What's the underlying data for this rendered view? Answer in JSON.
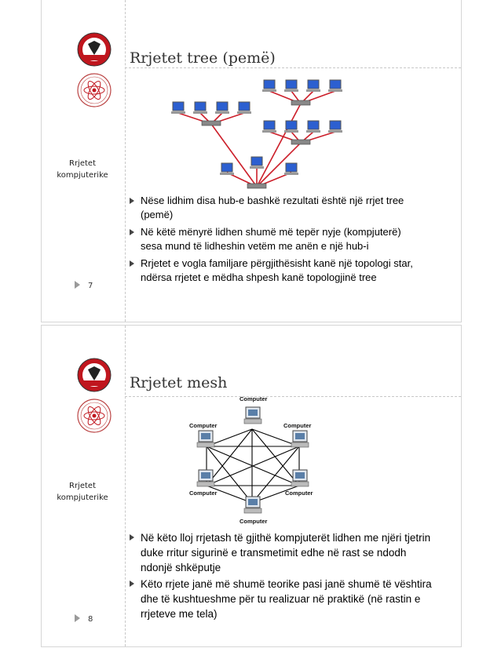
{
  "slides": [
    {
      "title": "Rrjetet tree (pemë)",
      "side_label_line1": "Rrjetet",
      "side_label_line2": "kompjuterike",
      "page_number": "7",
      "bullets": [
        "Nëse lidhim disa hub-e bashkë rezultati është një rrjet tree (pemë)",
        "Në këtë mënyrë lidhen shumë më tepër nyje (kompjuterë) sesa mund të lidheshin vetëm me anën e një hub-i",
        "Rrjetet e vogla familjare përgjithësisht kanë një topologi star, ndërsa rrjetet e mëdha shpesh kanë topologjinë tree"
      ]
    },
    {
      "title": "Rrjetet mesh",
      "side_label_line1": "Rrjetet",
      "side_label_line2": "kompjuterike",
      "page_number": "8",
      "bullets": [
        "Në këto lloj rrjetash të gjithë kompjuterët lidhen me njëri tjetrin duke rritur sigurinë e transmetimit edhe në rast se ndodh ndonjë shkëputje",
        "Këto rrjete janë më shumë teorike pasi janë shumë të vështira dhe të kushtueshme për tu realizuar në praktikë (në rastin e rrjeteve me tela)"
      ],
      "diagram_labels": {
        "top": "Computer",
        "upper_left": "Computer",
        "upper_right": "Computer",
        "lower_left": "Computer",
        "lower_right": "Computer",
        "bottom": "Computer"
      }
    }
  ],
  "colors": {
    "tree_cable": "#cc1f2a",
    "monitor_screen": "#2c5fd0",
    "logo_red": "#c0161e",
    "mesh_line": "#000000"
  }
}
